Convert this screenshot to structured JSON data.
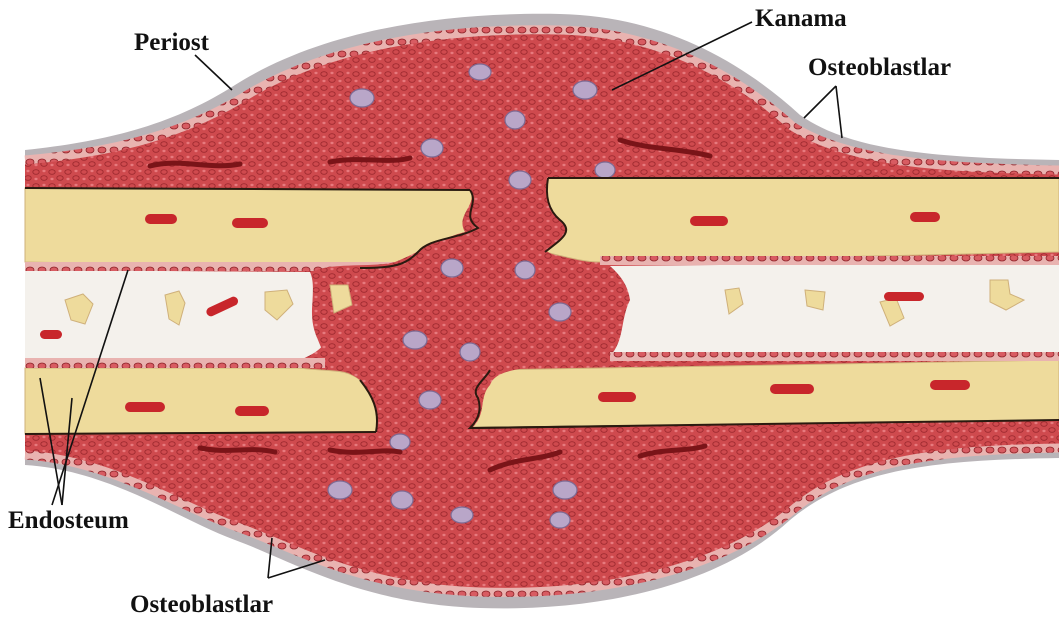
{
  "labels": {
    "periost": "Periost",
    "kanama": "Kanama",
    "osteoblast_top": "Osteoblastlar",
    "endosteum": "Endosteum",
    "osteoblast_bottom": "Osteoblastlar"
  },
  "colors": {
    "periosteum": "#b9b4b8",
    "hematoma": "#cf4a4e",
    "hematoma_dark": "#b32f36",
    "blood_cell": "#e8767a",
    "bone": "#eedb9c",
    "bone_shadow": "#cfb07a",
    "marrow": "#f4f1ec",
    "vessel": "#c8262b",
    "cell_purple": "#b9a6c8",
    "line": "#111111"
  }
}
